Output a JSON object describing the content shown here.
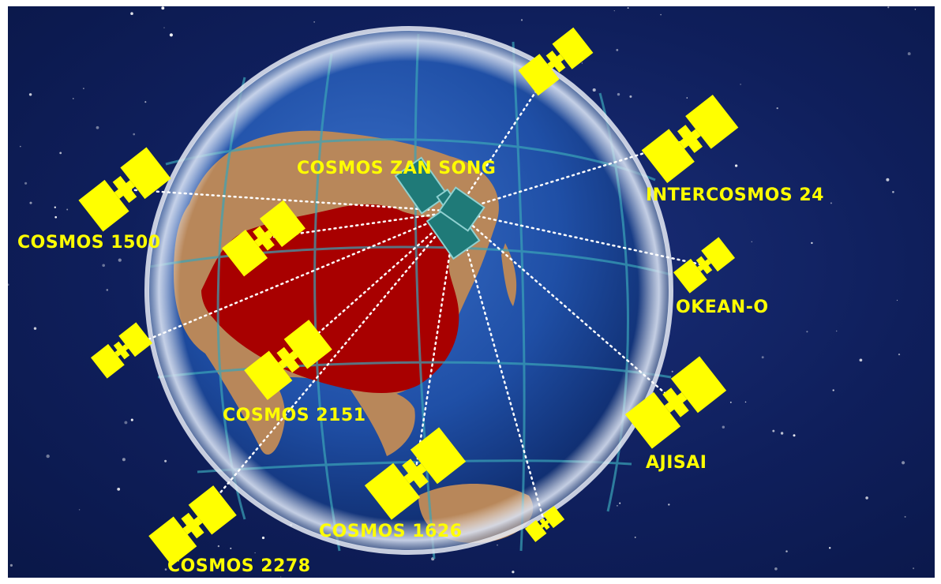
{
  "colors": {
    "space": "#0f1f5c",
    "ocean": "#1f4fa6",
    "land": "#b8875a",
    "china": "#a80000",
    "satellite": "#ffff00",
    "hub": "#1f7a78",
    "label": "#ffff00",
    "link": "#ffffff"
  },
  "hub": {
    "label": "COSMOS ZAN SONG",
    "icon": "teal-satellite-icon"
  },
  "satellites": [
    {
      "id": "cosmos-1500",
      "label": "COSMOS 1500",
      "icon": "satellite-icon"
    },
    {
      "id": "intercosmos-24",
      "label": "INTERCOSMOS 24",
      "icon": "satellite-icon"
    },
    {
      "id": "okean-o",
      "label": "OKEAN-O",
      "icon": "satellite-icon"
    },
    {
      "id": "ajisai",
      "label": "AJISAI",
      "icon": "satellite-icon"
    },
    {
      "id": "cosmos-2151",
      "label": "COSMOS 2151",
      "icon": "satellite-icon"
    },
    {
      "id": "cosmos-1626",
      "label": "COSMOS 1626",
      "icon": "satellite-icon"
    },
    {
      "id": "cosmos-2278",
      "label": "COSMOS 2278",
      "icon": "satellite-icon"
    },
    {
      "id": "unlabeled-top",
      "label": "",
      "icon": "satellite-icon"
    },
    {
      "id": "unlabeled-left",
      "label": "",
      "icon": "satellite-icon"
    },
    {
      "id": "unlabeled-china",
      "label": "",
      "icon": "satellite-icon"
    },
    {
      "id": "unlabeled-bottom",
      "label": "",
      "icon": "satellite-icon"
    }
  ]
}
